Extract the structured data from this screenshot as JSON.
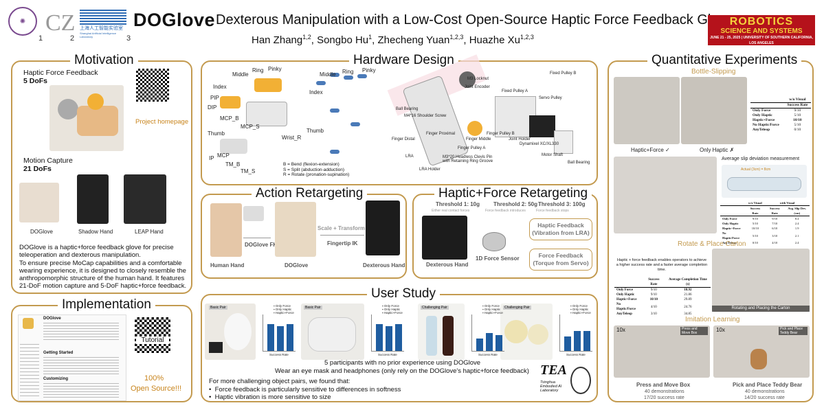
{
  "header": {
    "logo_nums": [
      "1",
      "2",
      "3"
    ],
    "logo3_text": "上海人工智能实验室",
    "logo3_sub": "Shanghai Artificial Intelligence Laboratory",
    "title": "DOGlove",
    "subtitle": "Dexterous Manipulation with a Low-Cost Open-Source Haptic Force Feedback Glove",
    "authors": [
      {
        "name": "Han Zhang",
        "aff": "1,2"
      },
      {
        "name": "Songbo Hu",
        "aff": "1"
      },
      {
        "name": "Zhecheng Yuan",
        "aff": "1,2,3"
      },
      {
        "name": "Huazhe Xu",
        "aff": "1,2,3"
      }
    ],
    "rss": {
      "line1": "ROBOTICS",
      "line2": "SCIENCE AND SYSTEMS",
      "line3": "JUNE 21 - 25, 2025 | UNIVERSITY OF SOUTHERN CALIFORNIA, LOS ANGELES"
    }
  },
  "motivation": {
    "title": "Motivation",
    "haptic_label": "Haptic Force Feedback",
    "haptic_dofs": "5 DoFs",
    "project_homepage": "Project homepage",
    "mocap_label": "Motion Capture",
    "mocap_dofs": "21 DoFs",
    "hands": [
      "DOGlove",
      "Shadow Hand",
      "LEAP Hand"
    ],
    "para1": "DOGlove is a haptic+force feedback glove for precise teleoperation and dexterous manipulation.",
    "para2": "To ensure precise MoCap capabilities and a comfortable wearing experience, it is designed to closely resemble the anthropomorphic structure of the human hand. It features 21-DoF motion capture and 5-DoF haptic+force feedback."
  },
  "implementation": {
    "title": "Implementation",
    "doc_title": "DOGlove",
    "doc_heading1": "Getting Started",
    "doc_heading2": "Customizing",
    "tutorial": "Tutorial",
    "open_source_pct": "100%",
    "open_source": "Open Source!!!"
  },
  "hardware": {
    "title": "Hardware Design",
    "finger_labels": [
      "Middle",
      "Ring",
      "Pinky",
      "Index",
      "Thumb"
    ],
    "joint_labels": [
      "PIP",
      "DIP",
      "MCP_B",
      "MCP_S",
      "Wrist_R",
      "TM_B",
      "TM_S",
      "IP",
      "MCP"
    ],
    "legend": [
      "B = Bend   (flexion-extension)",
      "S = Split   (abduction-adduction)",
      "R = Rotate (pronation-supination)"
    ],
    "parts": [
      "Fixed Pulley B",
      "Fixed Pulley A",
      "Servo Pulley",
      "Joint Holder",
      "Motor Shaft",
      "Ball Bearing",
      "Finger Pulley A",
      "Finger Pulley B",
      "Finger Middle",
      "Finger Proximal",
      "Finger Distal",
      "Ball Bearing",
      "LRA",
      "LRA Holder",
      "Joint Encoder",
      "M3 Locknut",
      "M4*16 Shoulder Screw",
      "Dynamixel XC/XL330",
      "M3*20 Headless Clevis Pin with Retaining Ring Groove"
    ]
  },
  "action": {
    "title": "Action Retargeting",
    "human_hand": "Human Hand",
    "doglove_fk": "DOGlove FK",
    "doglove": "DOGlove",
    "scale": "Scale + Transform",
    "fingertip_ik": "Fingertip IK",
    "dexterous_hand": "Dexterous Hand"
  },
  "haptic": {
    "title": "Haptic+Force Retargeting",
    "thresholds": [
      "Threshold 1: 10g",
      "Threshold 2: 50g",
      "Threshold 3: 100g"
    ],
    "threshold_notes": [
      "Either real contact forces",
      "Force feedback introduces",
      "Force feedback stops"
    ],
    "dexterous_hand": "Dexterous Hand",
    "sensor": "1D Force Sensor",
    "haptic_fb": "Haptic Feedback",
    "haptic_fb_sub": "(Vibration from LRA)",
    "force_fb": "Force Feedback",
    "force_fb_sub": "(Torque from Servo)"
  },
  "user_study": {
    "title": "User Study",
    "pair_labels": [
      "Basic Pair",
      "Basic Pair",
      "Challenging Pair",
      "Challenging Pair"
    ],
    "legend": [
      "Only Force",
      "Only Haptic",
      "Haptic+Force"
    ],
    "axis": "Success Rate",
    "line1": "5 participants with no prior experience using DOGlove",
    "line2": "Wear an eye mask and headphones (only rely on the DOGlove's haptic+force feedback)",
    "findings_intro": "For more challenging object pairs, we found that:",
    "findings": [
      "Force feedback is particularly sensitive to differences in softness",
      "Haptic vibration is more sensitive to size"
    ],
    "tea": "TEA",
    "tea_sub": "Tsinghua Embodied AI Laboratory"
  },
  "quant": {
    "title": "Quantitative Experiments",
    "bottle_title": "Bottle-Slipping",
    "photo_labels": [
      "Haptic+Force ✓",
      "Only Haptic ✗"
    ],
    "table1": {
      "header": [
        "",
        "w/o Visual"
      ],
      "sub": [
        "",
        "Success Rate"
      ],
      "rows": [
        [
          "Only Force",
          "9/10"
        ],
        [
          "Only Haptic",
          "5/10"
        ],
        [
          "Haptic+Force",
          "10/10"
        ],
        [
          "No Haptic/Force",
          "5/10"
        ],
        [
          "AnyTeleop",
          "0/10"
        ]
      ]
    },
    "avg_slip": "Average slip deviation measurement",
    "actual": "Actual (3cm) = 8cm",
    "table2": {
      "header": [
        "",
        "w/o Visual",
        "",
        "with Visual",
        ""
      ],
      "sub": [
        "",
        "Success Rate",
        "Success Rate",
        "Avg. Slip Dev. (cm)",
        ""
      ],
      "rows": [
        [
          "Only Force",
          "9/10",
          "9/10",
          "8.4"
        ],
        [
          "Only Haptic",
          "5/10",
          "7/10",
          "2.4"
        ],
        [
          "Haptic+Force",
          "10/10",
          "6/10",
          "1.9"
        ],
        [
          "No Haptic/Force",
          "5/10",
          "3/10",
          "2.1"
        ],
        [
          "AnyTeleop",
          "0/10",
          "4/10",
          "2.4"
        ]
      ]
    },
    "rotate_title": "Rotate & Place Carton",
    "rotate_text": "Haptic + force feedback enables operators to achieve a higher success rate and a faster average completion time.",
    "table3": {
      "header": [
        "",
        "Success Rate",
        "Average Completion Time (s)"
      ],
      "rows": [
        [
          "Only Force",
          "9/10",
          "18.92"
        ],
        [
          "Only Haptic",
          "9/10",
          "21.86"
        ],
        [
          "Haptic+Force",
          "10/10",
          "29.89"
        ],
        [
          "No Haptic/Force",
          "4/10",
          "24.76"
        ],
        [
          "AnyTeleop",
          "3/10",
          "34.85"
        ]
      ]
    },
    "rotate_caption": "Rotating and Placing the Carton",
    "imitation_title": "Imitation Learning",
    "speed": [
      "10x",
      "10x"
    ],
    "task_overlay": [
      "Press and Move Box",
      "Pick and Place Teddy Bear"
    ],
    "tasks": [
      {
        "name": "Press and Move Box",
        "demos": "40 demonstrations",
        "rate": "17/20 success rate"
      },
      {
        "name": "Pick and Place Teddy Bear",
        "demos": "40 demonstrations",
        "rate": "14/20 success rate"
      }
    ]
  }
}
